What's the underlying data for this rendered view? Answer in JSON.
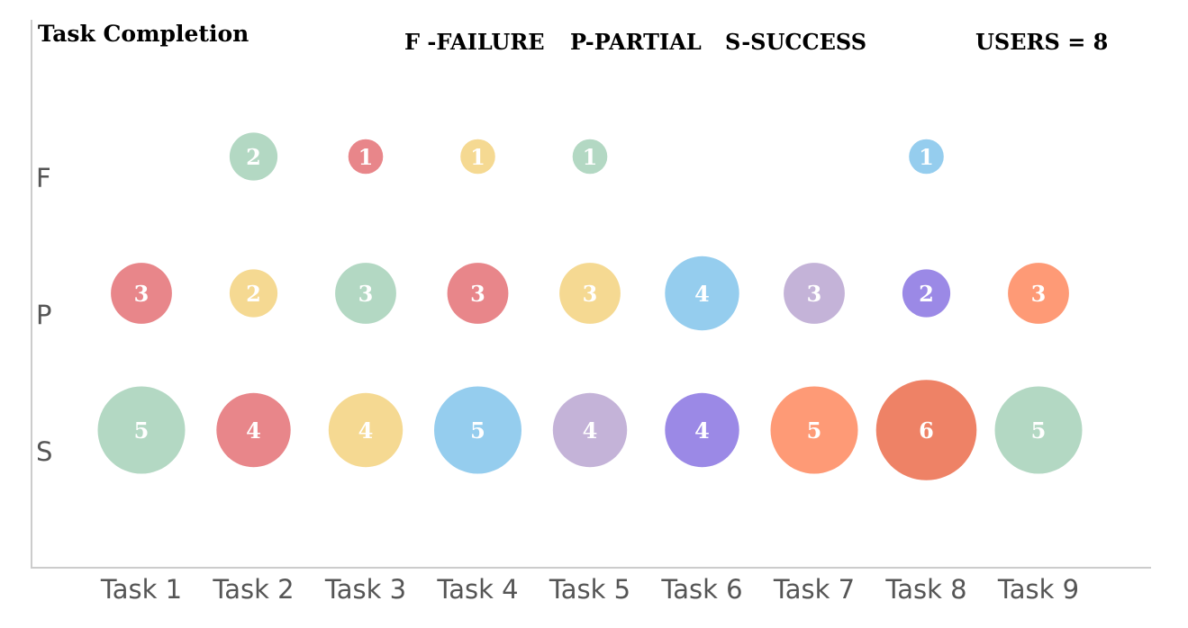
{
  "chart_data": {
    "type": "scatter",
    "title": "Task Completion",
    "legend": {
      "failure": "F -FAILURE",
      "partial": "P-PARTIAL",
      "success": "S-SUCCESS",
      "users": "USERS = 8"
    },
    "categories": [
      "Task 1",
      "Task 2",
      "Task 3",
      "Task 4",
      "Task 5",
      "Task 6",
      "Task 7",
      "Task 8",
      "Task 9"
    ],
    "levels": [
      "F",
      "P",
      "S"
    ],
    "points": [
      {
        "task": "Task 2",
        "level": "F",
        "value": 2,
        "color": "#b3d8c3"
      },
      {
        "task": "Task 3",
        "level": "F",
        "value": 1,
        "color": "#e8868a"
      },
      {
        "task": "Task 4",
        "level": "F",
        "value": 1,
        "color": "#f5d992"
      },
      {
        "task": "Task 5",
        "level": "F",
        "value": 1,
        "color": "#b3d8c3"
      },
      {
        "task": "Task 8",
        "level": "F",
        "value": 1,
        "color": "#95cdee"
      },
      {
        "task": "Task 1",
        "level": "P",
        "value": 3,
        "color": "#e8868a"
      },
      {
        "task": "Task 2",
        "level": "P",
        "value": 2,
        "color": "#f5d992"
      },
      {
        "task": "Task 3",
        "level": "P",
        "value": 3,
        "color": "#b3d8c3"
      },
      {
        "task": "Task 4",
        "level": "P",
        "value": 3,
        "color": "#e8868a"
      },
      {
        "task": "Task 5",
        "level": "P",
        "value": 3,
        "color": "#f5d992"
      },
      {
        "task": "Task 6",
        "level": "P",
        "value": 4,
        "color": "#95cdee"
      },
      {
        "task": "Task 7",
        "level": "P",
        "value": 3,
        "color": "#c4b3d8"
      },
      {
        "task": "Task 8",
        "level": "P",
        "value": 2,
        "color": "#9b89e6"
      },
      {
        "task": "Task 9",
        "level": "P",
        "value": 3,
        "color": "#fe9a76"
      },
      {
        "task": "Task 1",
        "level": "S",
        "value": 5,
        "color": "#b3d8c3"
      },
      {
        "task": "Task 2",
        "level": "S",
        "value": 4,
        "color": "#e8868a"
      },
      {
        "task": "Task 3",
        "level": "S",
        "value": 4,
        "color": "#f5d992"
      },
      {
        "task": "Task 4",
        "level": "S",
        "value": 5,
        "color": "#95cdee"
      },
      {
        "task": "Task 5",
        "level": "S",
        "value": 4,
        "color": "#c4b3d8"
      },
      {
        "task": "Task 6",
        "level": "S",
        "value": 4,
        "color": "#9b89e6"
      },
      {
        "task": "Task 7",
        "level": "S",
        "value": 5,
        "color": "#fe9a76"
      },
      {
        "task": "Task 8",
        "level": "S",
        "value": 6,
        "color": "#ee8266"
      },
      {
        "task": "Task 9",
        "level": "S",
        "value": 5,
        "color": "#b3d8c3"
      }
    ],
    "grid": false,
    "legend_position": "top"
  }
}
